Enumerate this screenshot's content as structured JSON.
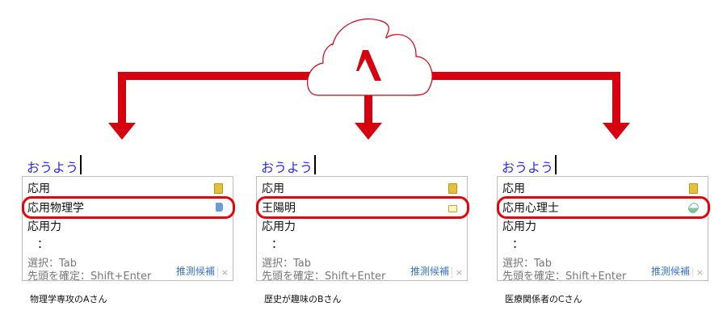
{
  "colors": {
    "accent": "#d7000f",
    "input": "#2a2aff",
    "link": "#3a73c8"
  },
  "cloud": {
    "logo_letter": "Λ"
  },
  "panels": [
    {
      "input": "おうよう",
      "candidates": [
        "応用",
        "応用物理学",
        "応用力"
      ],
      "icons": [
        "star-dictionary-icon",
        "book-blue-icon"
      ],
      "ellipsis": "：",
      "hint_select": "選択：Tab",
      "hint_confirm": "先頭を確定：Shift+Enter",
      "suggest_label": "推測候補",
      "close": "×",
      "caption": "物理学専攻のAさん"
    },
    {
      "input": "おうよう",
      "candidates": [
        "応用",
        "王陽明",
        "応用力"
      ],
      "icons": [
        "star-dictionary-icon",
        "open-book-icon"
      ],
      "ellipsis": "：",
      "hint_select": "選択：Tab",
      "hint_confirm": "先頭を確定：Shift+Enter",
      "suggest_label": "推測候補",
      "close": "×",
      "caption": "歴史が趣味のBさん"
    },
    {
      "input": "おうよう",
      "candidates": [
        "応用",
        "応用心理士",
        "応用力"
      ],
      "icons": [
        "star-dictionary-icon",
        "pill-icon"
      ],
      "ellipsis": "：",
      "hint_select": "選択：Tab",
      "hint_confirm": "先頭を確定：Shift+Enter",
      "suggest_label": "推測候補",
      "close": "×",
      "caption": "医療関係者のCさん"
    }
  ]
}
